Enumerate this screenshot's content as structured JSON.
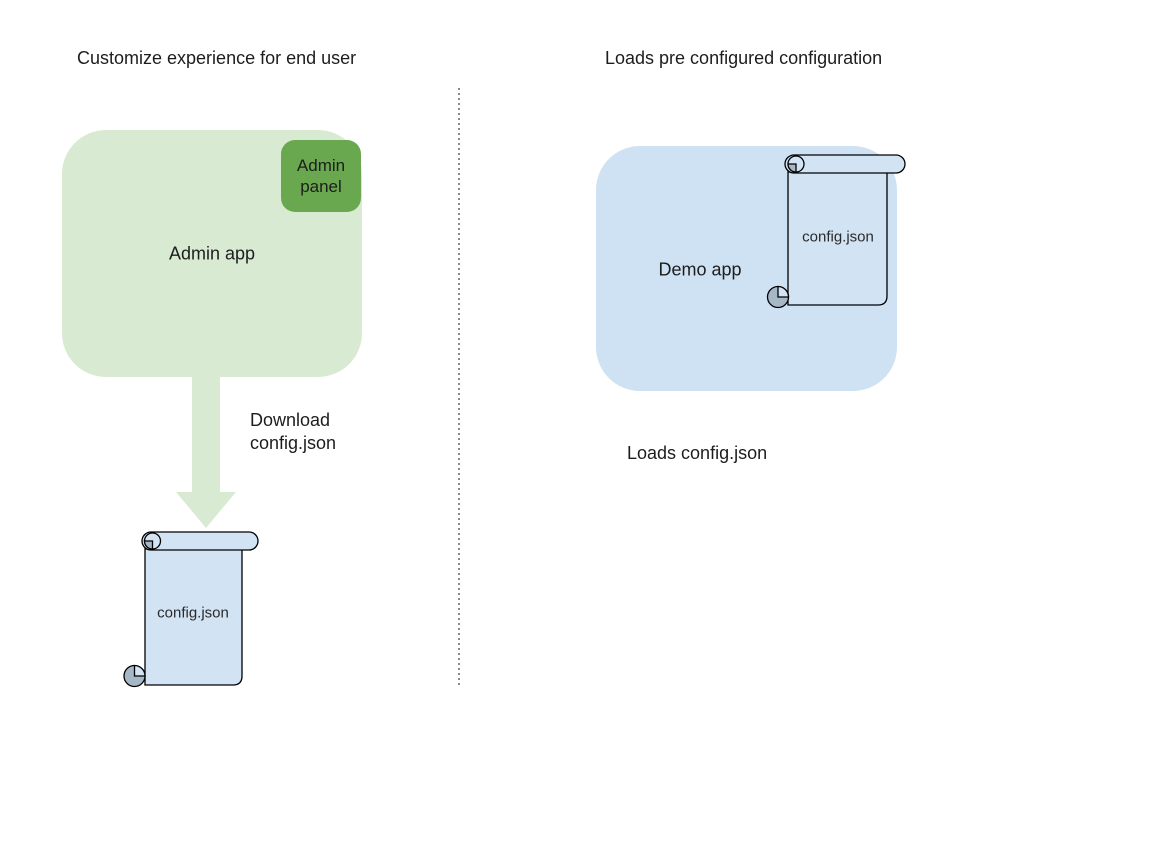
{
  "left_section": {
    "title": "Customize experience for end user",
    "admin_app": {
      "label": "Admin app",
      "fill": "#d9ead3"
    },
    "admin_panel": {
      "label": "Admin panel",
      "fill": "#6aa84f"
    },
    "download_arrow": {
      "label": "Download\nconfig.json",
      "fill": "#d9ead3"
    },
    "config_file": {
      "label": "config.json",
      "fill": "#d2e3f4"
    }
  },
  "right_section": {
    "title": "Loads pre configured configuration",
    "demo_app": {
      "label": "Demo app",
      "fill": "#cfe2f3"
    },
    "config_file": {
      "label": "config.json",
      "fill": "#d2e3f4"
    },
    "caption": "Loads config.json"
  },
  "divider": {
    "orientation": "vertical",
    "style": "dotted",
    "color": "#8a8a8a"
  },
  "colors": {
    "scroll_curl_gray": "#a6b7c6",
    "outline": "#000000",
    "text": "#1d1d1d",
    "background": "#ffffff"
  }
}
